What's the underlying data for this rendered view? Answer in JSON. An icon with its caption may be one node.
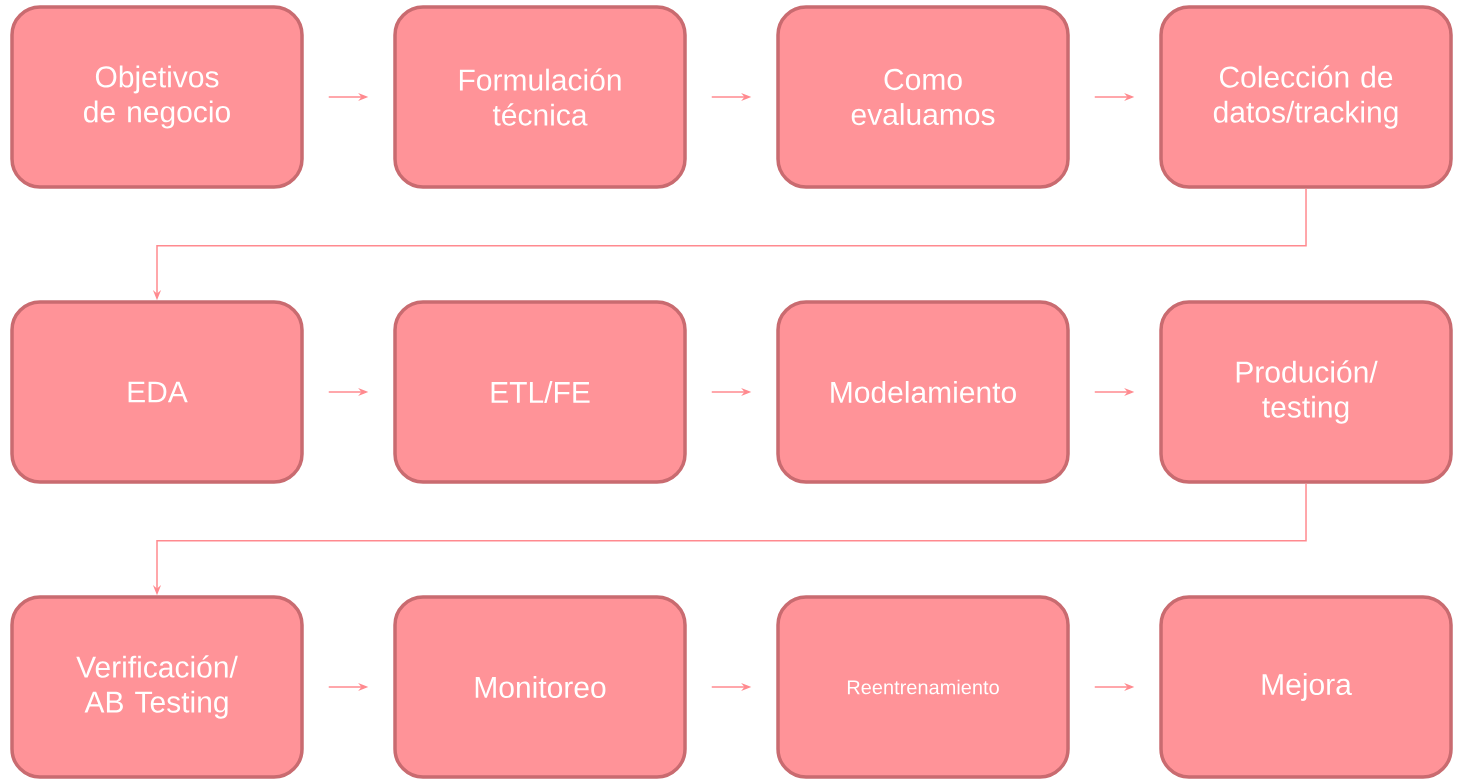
{
  "diagram": {
    "nodes": [
      {
        "text": [
          "Objetivos de negocio"
        ]
      },
      {
        "text": [
          "Formulación técnica"
        ]
      },
      {
        "text": [
          "Como evaluamos"
        ]
      },
      {
        "text": [
          "Colección de datos/tracking"
        ]
      },
      {
        "text": [
          "EDA"
        ]
      },
      {
        "text": [
          "ETL/FE"
        ]
      },
      {
        "text": [
          "Modelamiento"
        ]
      },
      {
        "text": [
          "Produción/ testing"
        ]
      },
      {
        "text": [
          "Verificación/ AB Testing"
        ]
      },
      {
        "text": [
          "Monitoreo"
        ]
      },
      {
        "text": [
          "Reentrenamiento"
        ]
      },
      {
        "text": [
          "Mejora"
        ]
      }
    ],
    "edges": [
      {
        "from": 0,
        "to": 1,
        "arrow": "to"
      },
      {
        "from": 1,
        "to": 2,
        "arrow": "to"
      },
      {
        "from": 2,
        "to": 3,
        "arrow": "to"
      },
      {
        "from": 3,
        "to": 4,
        "arrow": "to"
      },
      {
        "from": 4,
        "to": 5,
        "arrow": "to"
      },
      {
        "from": 5,
        "to": 6,
        "arrow": "to"
      },
      {
        "from": 6,
        "to": 7,
        "arrow": "to"
      },
      {
        "from": 7,
        "to": 8,
        "arrow": "to"
      },
      {
        "from": 8,
        "to": 9,
        "arrow": "to"
      },
      {
        "from": 9,
        "to": 10,
        "arrow": "to"
      },
      {
        "from": 10,
        "to": 11,
        "arrow": "to"
      }
    ]
  }
}
